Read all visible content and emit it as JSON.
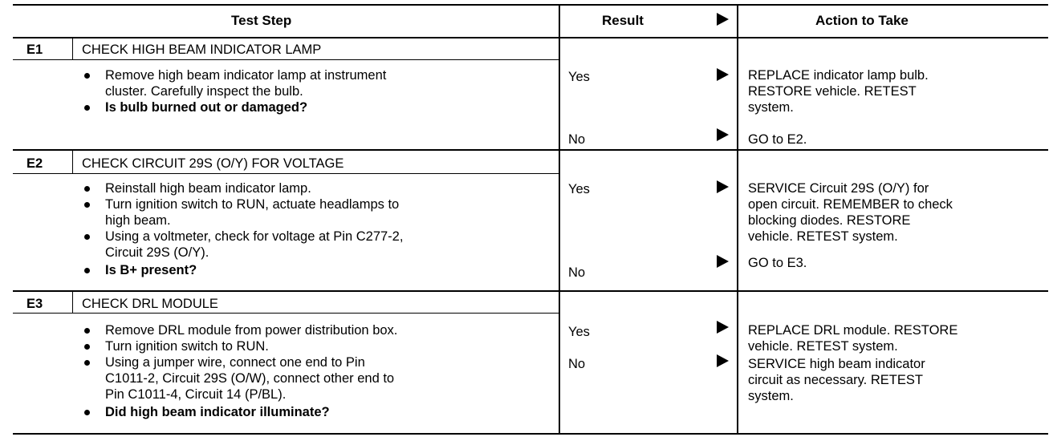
{
  "header": {
    "test_step": "Test Step",
    "result": "Result",
    "action": "Action to Take"
  },
  "steps": [
    {
      "id": "E1",
      "title": "CHECK HIGH BEAM INDICATOR LAMP",
      "bullets": [
        [
          "Remove high beam indicator lamp at instrument",
          "cluster. Carefully inspect the bulb."
        ],
        [
          "Is bulb burned out or damaged?"
        ]
      ],
      "results": [
        {
          "label": "Yes",
          "action": [
            "REPLACE indicator lamp bulb.",
            "RESTORE vehicle. RETEST",
            "system."
          ]
        },
        {
          "label": "No",
          "action": [
            "GO to E2."
          ]
        }
      ]
    },
    {
      "id": "E2",
      "title": "CHECK CIRCUIT 29S (O/Y) FOR VOLTAGE",
      "bullets": [
        [
          "Reinstall high beam indicator lamp."
        ],
        [
          "Turn ignition switch to RUN, actuate headlamps to",
          "high beam."
        ],
        [
          "Using a voltmeter, check for voltage at Pin C277-2,",
          "Circuit 29S (O/Y)."
        ],
        [
          "Is B+ present?"
        ]
      ],
      "results": [
        {
          "label": "Yes",
          "action": [
            "SERVICE Circuit 29S (O/Y) for",
            "open circuit. REMEMBER to check",
            "blocking diodes. RESTORE",
            "vehicle. RETEST system."
          ]
        },
        {
          "label": "No",
          "action": [
            "GO to E3."
          ]
        }
      ]
    },
    {
      "id": "E3",
      "title": "CHECK DRL MODULE",
      "bullets": [
        [
          "Remove DRL module from power distribution box."
        ],
        [
          "Turn ignition switch to RUN."
        ],
        [
          "Using a jumper wire, connect one end to Pin",
          "C1011-2, Circuit 29S (O/W), connect other end to",
          "Pin C1011-4, Circuit 14 (P/BL)."
        ],
        [
          "Did high beam indicator illuminate?"
        ]
      ],
      "results": [
        {
          "label": "Yes",
          "action": [
            "REPLACE DRL module. RESTORE",
            "vehicle. RETEST system."
          ]
        },
        {
          "label": "No",
          "action": [
            "SERVICE high beam indicator",
            "circuit as necessary. RETEST",
            "system."
          ]
        }
      ]
    }
  ]
}
